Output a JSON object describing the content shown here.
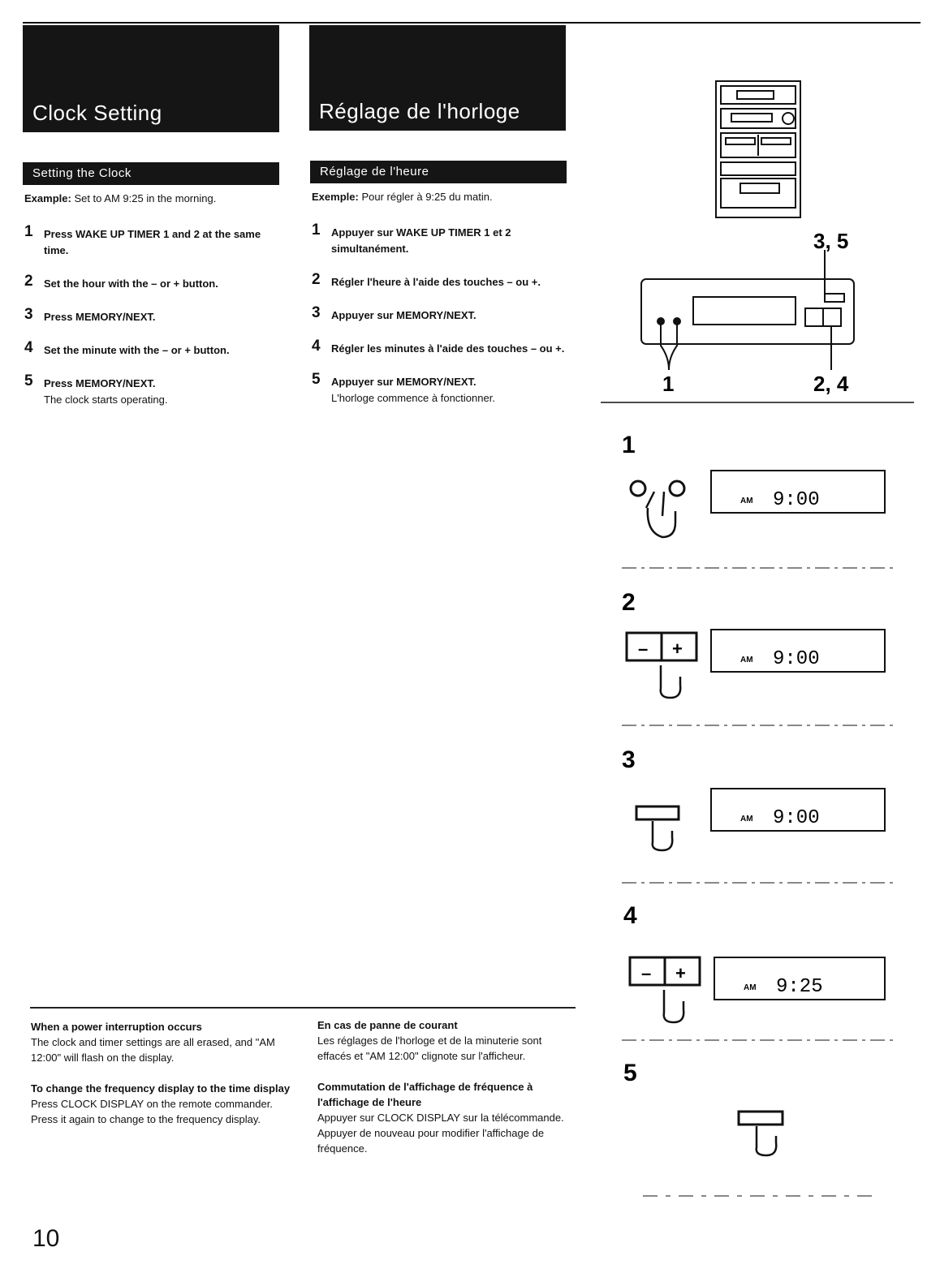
{
  "english": {
    "banner_title": "Clock Setting",
    "section_title": "Setting the Clock",
    "example_label": "Example:",
    "example_text": "Set to AM 9:25 in the morning.",
    "steps": [
      {
        "num": "1",
        "text": "Press WAKE UP TIMER 1 and 2 at the same time.",
        "sub": ""
      },
      {
        "num": "2",
        "text": "Set the hour with the – or + button.",
        "sub": ""
      },
      {
        "num": "3",
        "text": "Press MEMORY/NEXT.",
        "sub": ""
      },
      {
        "num": "4",
        "text": "Set the minute with the – or + button.",
        "sub": ""
      },
      {
        "num": "5",
        "text": "Press MEMORY/NEXT.",
        "sub": "The clock starts operating."
      }
    ],
    "notes": [
      {
        "heading": "When a power interruption occurs",
        "body": "The clock and timer settings are all erased, and \"AM 12:00\" will flash on the display."
      },
      {
        "heading": "To change the frequency display to the time display",
        "body": "Press CLOCK DISPLAY on the remote commander. Press it again to change to the frequency display."
      }
    ]
  },
  "french": {
    "banner_title": "Réglage de l'horloge",
    "section_title": "Réglage de l'heure",
    "example_label": "Exemple:",
    "example_text": "Pour régler à 9:25 du matin.",
    "steps": [
      {
        "num": "1",
        "text": "Appuyer sur WAKE UP TIMER 1 et 2 simultanément.",
        "sub": ""
      },
      {
        "num": "2",
        "text": "Régler l'heure à l'aide des touches – ou +.",
        "sub": ""
      },
      {
        "num": "3",
        "text": "Appuyer sur MEMORY/NEXT.",
        "sub": ""
      },
      {
        "num": "4",
        "text": "Régler les minutes à l'aide des touches – ou +.",
        "sub": ""
      },
      {
        "num": "5",
        "text": "Appuyer sur MEMORY/NEXT.",
        "sub": "L'horloge commence à fonctionner."
      }
    ],
    "notes": [
      {
        "heading": "En cas de panne de courant",
        "body": "Les réglages de l'horloge et de la minuterie sont effacés et \"AM 12:00\" clignote sur l'afficheur."
      },
      {
        "heading": "Commutation de l'affichage de fréquence à l'affichage de l'heure",
        "body": "Appuyer sur CLOCK DISPLAY sur la télécommande. Appuyer de nouveau pour modifier l'affichage de fréquence."
      }
    ]
  },
  "figure": {
    "callout_top": "3, 5",
    "callout_left": "1",
    "callout_right": "2, 4",
    "step_labels": [
      "1",
      "2",
      "3",
      "4",
      "5"
    ],
    "display_hour": "9:00",
    "display_minute": "9:25",
    "display_am": "AM",
    "button_minus": "–",
    "button_plus": "+"
  },
  "page_number": "10"
}
